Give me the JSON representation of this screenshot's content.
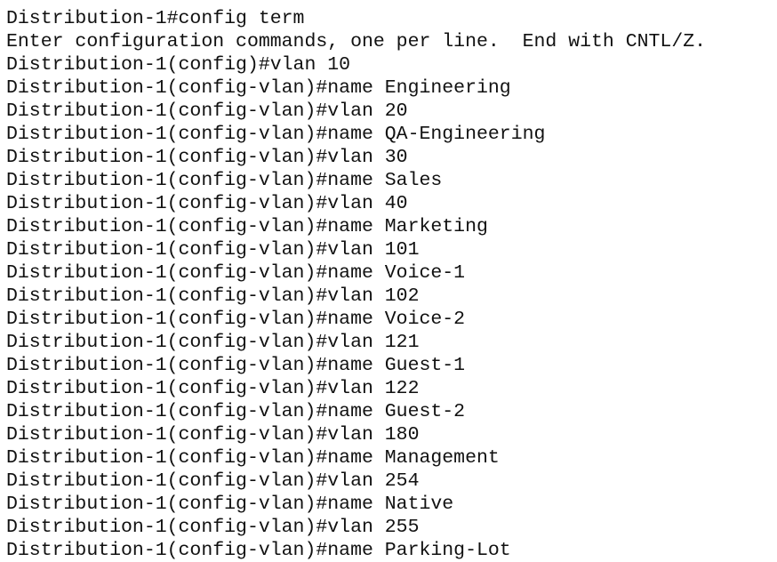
{
  "terminal": {
    "lines": [
      "Distribution-1#config term",
      "Enter configuration commands, one per line.  End with CNTL/Z.",
      "Distribution-1(config)#vlan 10",
      "Distribution-1(config-vlan)#name Engineering",
      "Distribution-1(config-vlan)#vlan 20",
      "Distribution-1(config-vlan)#name QA-Engineering",
      "Distribution-1(config-vlan)#vlan 30",
      "Distribution-1(config-vlan)#name Sales",
      "Distribution-1(config-vlan)#vlan 40",
      "Distribution-1(config-vlan)#name Marketing",
      "Distribution-1(config-vlan)#vlan 101",
      "Distribution-1(config-vlan)#name Voice-1",
      "Distribution-1(config-vlan)#vlan 102",
      "Distribution-1(config-vlan)#name Voice-2",
      "Distribution-1(config-vlan)#vlan 121",
      "Distribution-1(config-vlan)#name Guest-1",
      "Distribution-1(config-vlan)#vlan 122",
      "Distribution-1(config-vlan)#name Guest-2",
      "Distribution-1(config-vlan)#vlan 180",
      "Distribution-1(config-vlan)#name Management",
      "Distribution-1(config-vlan)#vlan 254",
      "Distribution-1(config-vlan)#name Native",
      "Distribution-1(config-vlan)#vlan 255",
      "Distribution-1(config-vlan)#name Parking-Lot"
    ]
  }
}
